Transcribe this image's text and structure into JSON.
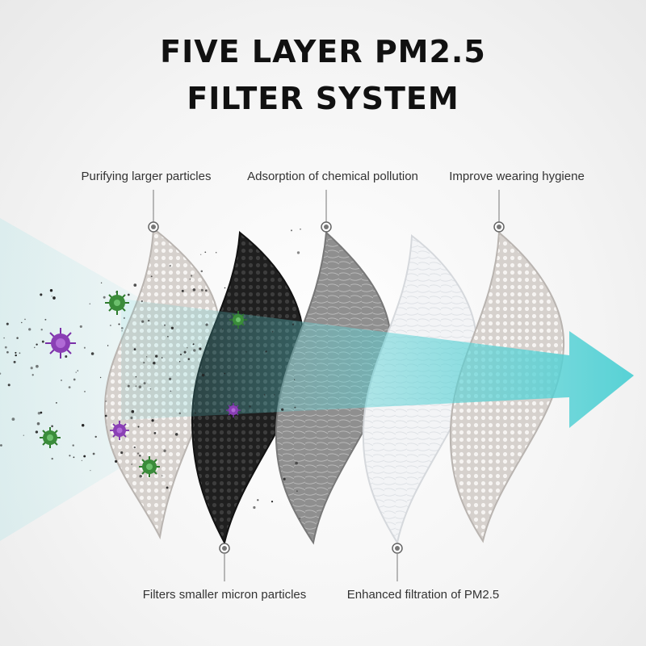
{
  "title": {
    "line1": "FIVE LAYER PM2.5",
    "line2": "FILTER SYSTEM"
  },
  "labels": {
    "layer1_top": "Purifying larger particles",
    "layer3_top": "Adsorption of chemical pollution",
    "layer5_top": "Improve wearing hygiene",
    "layer2_bottom": "Filters smaller micron particles",
    "layer4_bottom": "Enhanced filtration of PM2.5"
  },
  "layers": [
    {
      "name": "layer-1",
      "color": "#cfcac6",
      "texture": "mesh"
    },
    {
      "name": "layer-2",
      "color": "#2a2a2a",
      "texture": "mesh"
    },
    {
      "name": "layer-3",
      "color": "#8e8e8e",
      "texture": "fiber"
    },
    {
      "name": "layer-4",
      "color": "#f2f3f5",
      "texture": "fiber"
    },
    {
      "name": "layer-5",
      "color": "#d8d3cf",
      "texture": "mesh"
    }
  ],
  "colors": {
    "airflow": "#5fd3d6",
    "virus_purple": "#8a3fb5",
    "virus_green": "#3a8c3a"
  }
}
